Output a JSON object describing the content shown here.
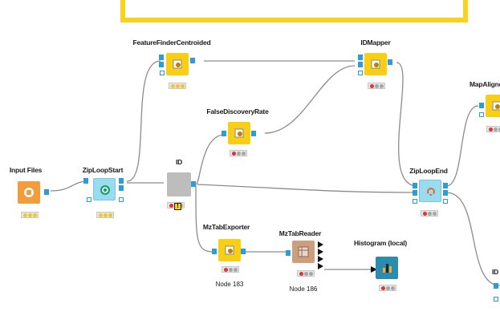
{
  "workflow": {
    "nodes": {
      "input_files": {
        "title": "Input Files",
        "status": "yellow"
      },
      "ziploop_start": {
        "title": "ZipLoopStart",
        "status": "yellow"
      },
      "feature_finder": {
        "title": "FeatureFinderCentroided",
        "status": "yellow"
      },
      "id": {
        "title": "ID",
        "status": "red"
      },
      "false_discovery_rate": {
        "title": "FalseDiscoveryRate",
        "status": "red"
      },
      "idmapper": {
        "title": "IDMapper",
        "status": "red"
      },
      "ziploop_end": {
        "title": "ZipLoopEnd",
        "status": "red"
      },
      "map_aligner": {
        "title": "MapAlignerPoseC",
        "status": "red"
      },
      "mztab_exporter": {
        "title": "MzTabExporter",
        "label": "Node 183",
        "status": "red"
      },
      "mztab_reader": {
        "title": "MzTabReader",
        "label": "Node 186",
        "status": "red"
      },
      "histogram": {
        "title": "Histogram (local)",
        "status": "red"
      },
      "id_right": {
        "title": "ID"
      }
    },
    "colors": {
      "wire": "#8c8c8c",
      "annotation_border": "#f7d21e",
      "port": "#2e9cd6",
      "status_red": "#e03232",
      "status_yellow": "#f1c823"
    }
  }
}
